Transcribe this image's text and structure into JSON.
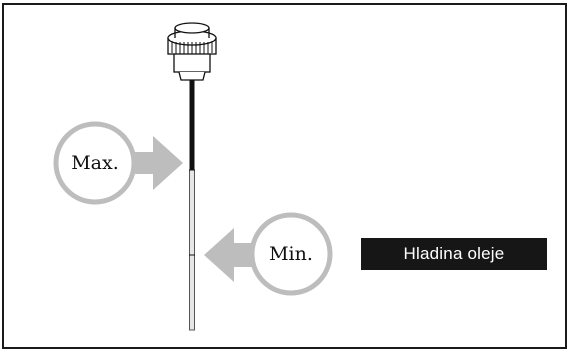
{
  "diagram": {
    "max_label": "Max.",
    "min_label": "Min.",
    "caption": "Hladina oleje",
    "colors": {
      "frame": "#1a1a1a",
      "circle_outline": "#bdbdbd",
      "arrow_fill": "#bdbdbd",
      "caption_bg": "#161616",
      "caption_text": "#ffffff"
    }
  }
}
